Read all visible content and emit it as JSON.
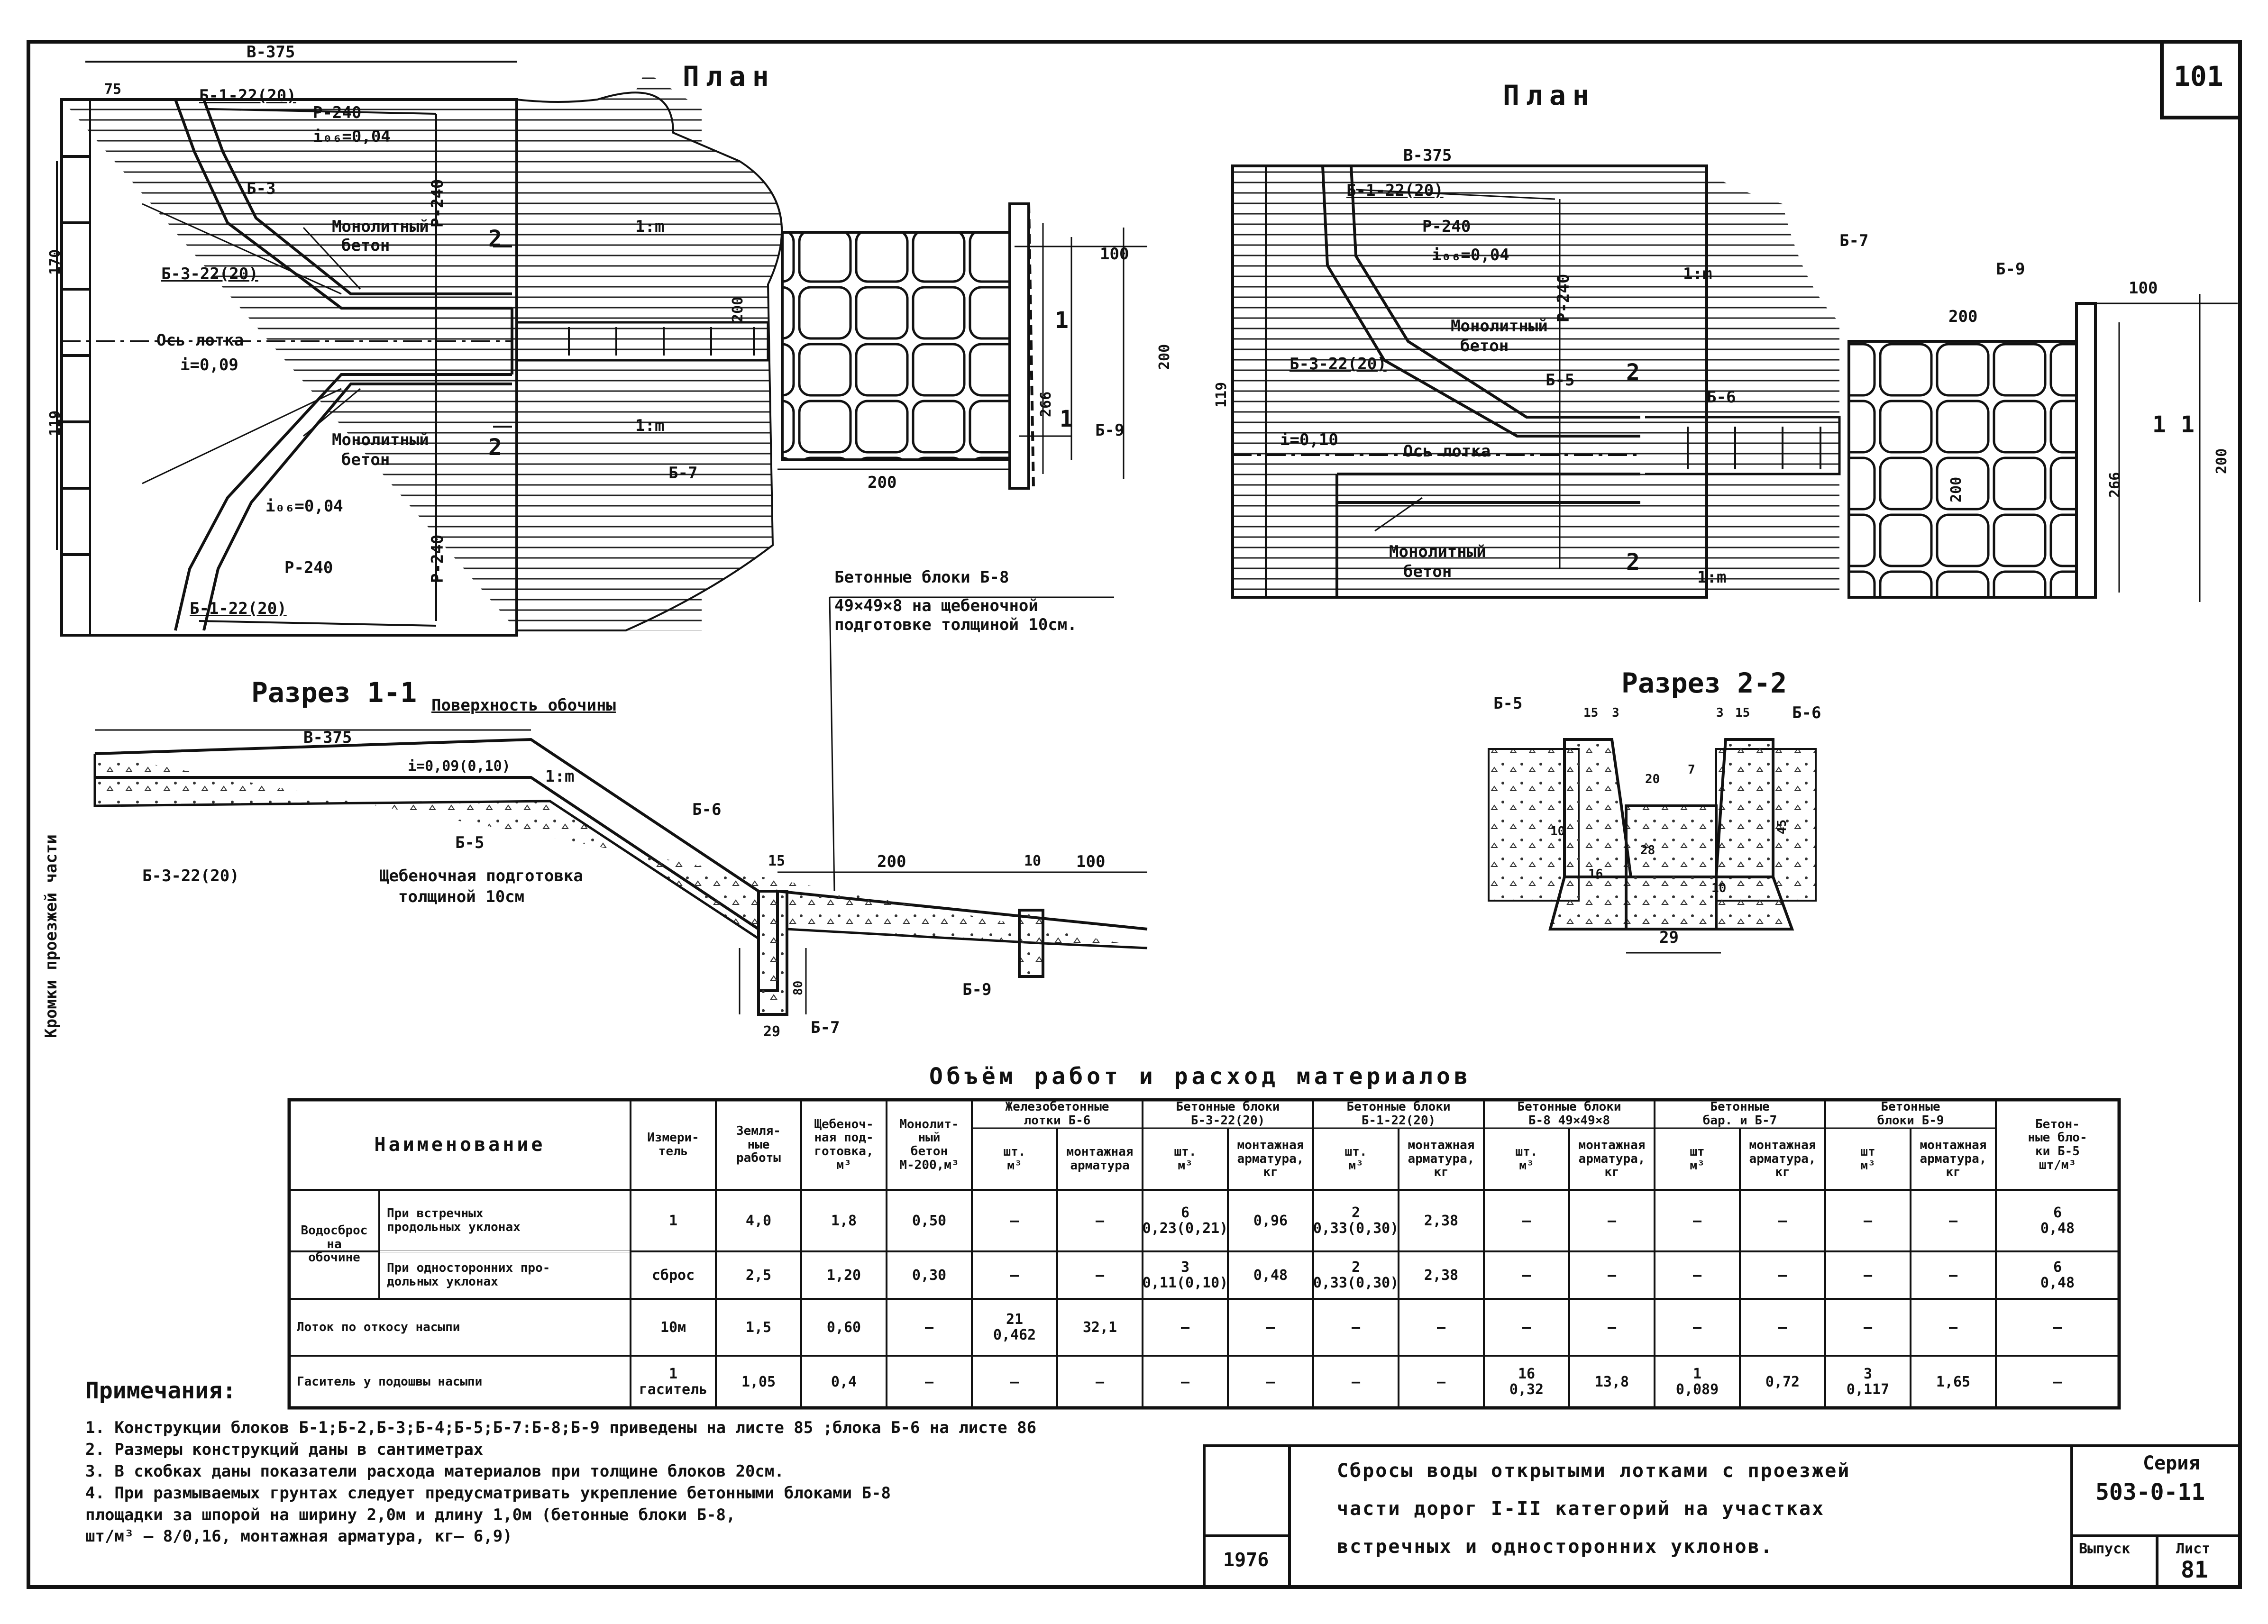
{
  "sheet_number": "101",
  "left_view": {
    "title": "План",
    "labels": {
      "width": "B-375",
      "dim_75": "75",
      "block_top": "Б-1-22(20)",
      "r1": "P-240",
      "slope_top": "i₀₆=0,04",
      "b3": "Б-3",
      "mono_top_1": "Монолитный",
      "mono_top_2": "бетон",
      "num_2_top": "2",
      "b3_22": "Б-3-22(20)",
      "axis": "Ось лотка",
      "axis_slope": "i=0,09",
      "mono_bot_1": "Монолитный",
      "mono_bot_2": "бетон",
      "num_2_bot": "2",
      "slope_bot": "i₀₆=0,04",
      "r2": "P-240",
      "r3": "P-240",
      "r4": "P-240",
      "block_bot": "Б-1-22(20)",
      "dim_170": "170",
      "dim_119": "119",
      "m_top": "1:m",
      "m_bot": "1:m",
      "b7": "Б-7",
      "dim_200h": "200",
      "dim_200v": "200",
      "dim_100": "100",
      "dim_200r": "200",
      "dim_266": "266",
      "num_1a": "1",
      "num_1b": "1",
      "b9": "Б-9",
      "edge_note": "Кромки проезжей части"
    }
  },
  "blocks_note": {
    "line1": "Бетонные блоки Б-8",
    "line2": "49×49×8 на щебеночной",
    "line3": "подготовке толщиной 10см."
  },
  "right_view": {
    "title": "План",
    "labels": {
      "width": "B-375",
      "block_top": "Б-1-22(20)",
      "r1": "P-240",
      "slope": "i₀₆=0,04",
      "r2": "P-240",
      "mono1_1": "Монолитный",
      "mono1_2": "бетон",
      "b3_22": "Б-3-22(20)",
      "b5": "Б-5",
      "num2_top": "2",
      "b6": "Б-6",
      "axis_slope": "i=0,10",
      "axis": "Ось лотка",
      "mono2_1": "Монолитный",
      "mono2_2": "бетон",
      "num2_bot": "2",
      "m_top": "1:m",
      "m_bot": "1:m",
      "b7": "Б-7",
      "b9": "Б-9",
      "dim_100": "100",
      "dim_200": "200",
      "dim_200v": "200",
      "dim_266": "266",
      "dim_200r": "200",
      "dim_119": "119",
      "num_1a": "1",
      "num_1b": "1"
    }
  },
  "section_11": {
    "title": "Разрез 1-1",
    "labels": {
      "surface": "Поверхность обочины",
      "width": "B-375",
      "slope": "i=0,09(0,10)",
      "m": "1:m",
      "b5": "Б-5",
      "b6": "Б-6",
      "b3_22": "Б-3-22(20)",
      "gravel_1": "Щебеночная подготовка",
      "gravel_2": "толщиной 10см",
      "d15": "15",
      "d200": "200",
      "d10": "10",
      "d100": "100",
      "b9": "Б-9",
      "b7": "Б-7",
      "d80": "80",
      "d29": "29"
    }
  },
  "section_22": {
    "title": "Разрез 2-2",
    "labels": {
      "b5": "Б-5",
      "b6": "Б-6",
      "d15": "15",
      "d3a": "3",
      "d3b": "3",
      "d15b": "15",
      "d20": "20",
      "d7": "7",
      "d45": "45",
      "d10a": "10",
      "d28": "28",
      "d16": "16",
      "d10b": "10",
      "d29": "29"
    }
  },
  "table": {
    "title": "Объём работ и расход материалов",
    "header_groups": [
      "Наименование",
      "Измери-\nтель",
      "Земля-\nные\nработы",
      "Щебеноч-\nная под-\nготовка,\nм³",
      "Монолит-\nный\nбетон\nМ-200,м³",
      "Железобетонные\nлотки Б-6",
      "Бетонные блоки\nБ-3-22(20)",
      "Бетонные блоки\nБ-1-22(20)",
      "Бетонные блоки\nБ-8 49×49×8",
      "Бетонные\nбар. и Б-7",
      "Бетонные\nблоки Б-9",
      "Бетон-\nные бло-\nки Б-5\nшт/м³"
    ],
    "sub_headers": [
      "шт.\nм³",
      "монтажная\nарматура",
      "шт.\nм³",
      "монтажная\nарматура,\nкг",
      "шт.\nм³",
      "монтажная\nарматура,\nкг",
      "шт.\nм³",
      "монтажная\nарматура,\nкг",
      "шт\nм³",
      "монтажная\nарматура,\nкг",
      "шт\nм³",
      "монтажная\nарматура,\nкг"
    ],
    "row_group_label": "Водосброс\nна\nобочине",
    "rows": [
      {
        "name": "При встречных\nпродольных уклонах",
        "unit": "1",
        "cells": [
          "4,0",
          "1,8",
          "0,50",
          "—",
          "—",
          "6\n0,23(0,21)",
          "0,96",
          "2\n0,33(0,30)",
          "2,38",
          "—",
          "—",
          "—",
          "—",
          "—",
          "—",
          "6\n0,48"
        ]
      },
      {
        "name": "При односторонних про-\nдольных уклонах",
        "unit": "сброс",
        "cells": [
          "2,5",
          "1,20",
          "0,30",
          "—",
          "—",
          "3\n0,11(0,10)",
          "0,48",
          "2\n0,33(0,30)",
          "2,38",
          "—",
          "—",
          "—",
          "—",
          "—",
          "—",
          "6\n0,48"
        ]
      },
      {
        "name": "Лоток по откосу насыпи",
        "unit": "10м",
        "cells": [
          "1,5",
          "0,60",
          "—",
          "21\n0,462",
          "32,1",
          "—",
          "—",
          "—",
          "—",
          "—",
          "—",
          "—",
          "—",
          "—",
          "—",
          "—"
        ]
      },
      {
        "name": "Гаситель у подошвы насыпи",
        "unit": "1\nгаситель",
        "cells": [
          "1,05",
          "0,4",
          "—",
          "—",
          "—",
          "—",
          "—",
          "—",
          "—",
          "16\n0,32",
          "13,8",
          "1\n0,089",
          "0,72",
          "3\n0,117",
          "1,65",
          "—"
        ]
      }
    ]
  },
  "notes": {
    "title": "Примечания:",
    "items": [
      "1. Конструкции блоков Б-1;Б-2,Б-3;Б-4;Б-5;Б-7:Б-8;Б-9 приведены на листе 85  ;блока Б-6 на листе 86",
      "2. Размеры конструкций даны в сантиметрах",
      "3. В скобках даны показатели расхода материалов при толщине блоков 20см.",
      "4. При размываемых грунтах следует предусматривать укрепление бетонными блоками Б-8",
      "   площадки за шпорой     на ширину 2,0м и длину 1,0м (бетонные блоки Б-8,",
      "   шт/м³ — 8/0,16, монтажная арматура, кг— 6,9)"
    ]
  },
  "title_block": {
    "year": "1976",
    "title_1": "Сбросы воды открытыми лотками с проезжей",
    "title_2": "части дорог I-II категорий на участках",
    "title_3": "встречных и односторонних уклонов.",
    "series_label": "Серия",
    "series": "503-0-11",
    "issue_label": "Выпуск",
    "sheet_label": "Лист",
    "sheet": "81"
  }
}
